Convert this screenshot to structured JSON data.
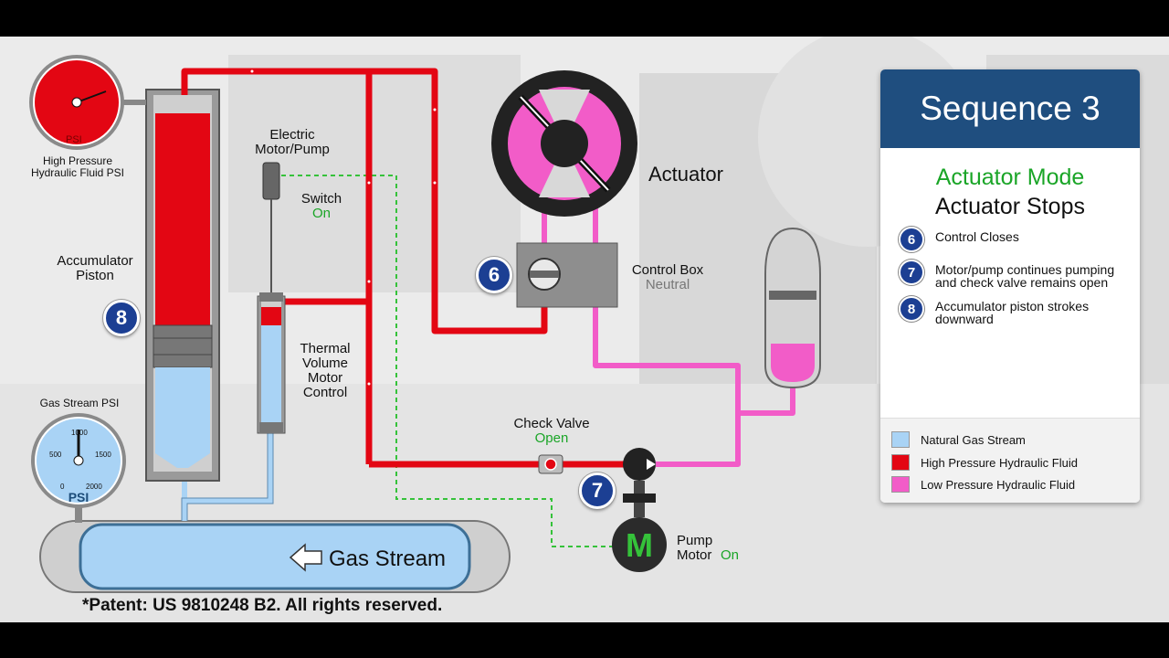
{
  "panel": {
    "title": "Sequence 3",
    "mode": "Actuator Mode",
    "status": "Actuator Stops",
    "steps": [
      {
        "num": "6",
        "text": "Control Closes"
      },
      {
        "num": "7",
        "text": "Motor/pump continues pumping and check valve remains open"
      },
      {
        "num": "8",
        "text": "Accumulator piston strokes downward"
      }
    ],
    "legend": [
      {
        "label": "Natural Gas Stream",
        "color": "#a9d3f5"
      },
      {
        "label": "High Pressure Hydraulic Fluid",
        "color": "#e30613"
      },
      {
        "label": "Low Pressure Hydraulic Fluid",
        "color": "#f25cc8"
      }
    ]
  },
  "labels": {
    "hp_gauge_line1": "High Pressure",
    "hp_gauge_line2": "Hydraulic Fluid PSI",
    "motor_pump_line1": "Electric",
    "motor_pump_line2": "Motor/Pump",
    "switch": "Switch",
    "switch_state": "On",
    "accumulator_line1": "Accumulator",
    "accumulator_line2": "Piston",
    "thermal_line1": "Thermal",
    "thermal_line2": "Volume",
    "thermal_line3": "Motor",
    "thermal_line4": "Control",
    "actuator": "Actuator",
    "control_box": "Control Box",
    "control_box_state": "Neutral",
    "check_valve": "Check Valve",
    "check_valve_state": "Open",
    "pump_motor_line1": "Pump",
    "pump_motor_line2": "Motor",
    "pump_motor_state": "On",
    "motor_letter": "M",
    "gas_gauge_title": "Gas Stream PSI",
    "gas_gauge_unit": "PSI",
    "gas_gauge_ticks": [
      "0",
      "500",
      "1000",
      "1500",
      "2000"
    ],
    "hp_gauge_unit": "PSI",
    "gas_stream": "Gas Stream"
  },
  "badges": {
    "b6": "6",
    "b7": "7",
    "b8": "8"
  },
  "footer": {
    "patent": "*Patent: US 9810248 B2. All rights reserved."
  },
  "colors": {
    "high_pressure": "#e30613",
    "low_pressure": "#f25cc8",
    "gas": "#a9d3f5",
    "signal": "#35c23a",
    "panel_header": "#1f4e7f",
    "badge": "#1c3f93"
  }
}
